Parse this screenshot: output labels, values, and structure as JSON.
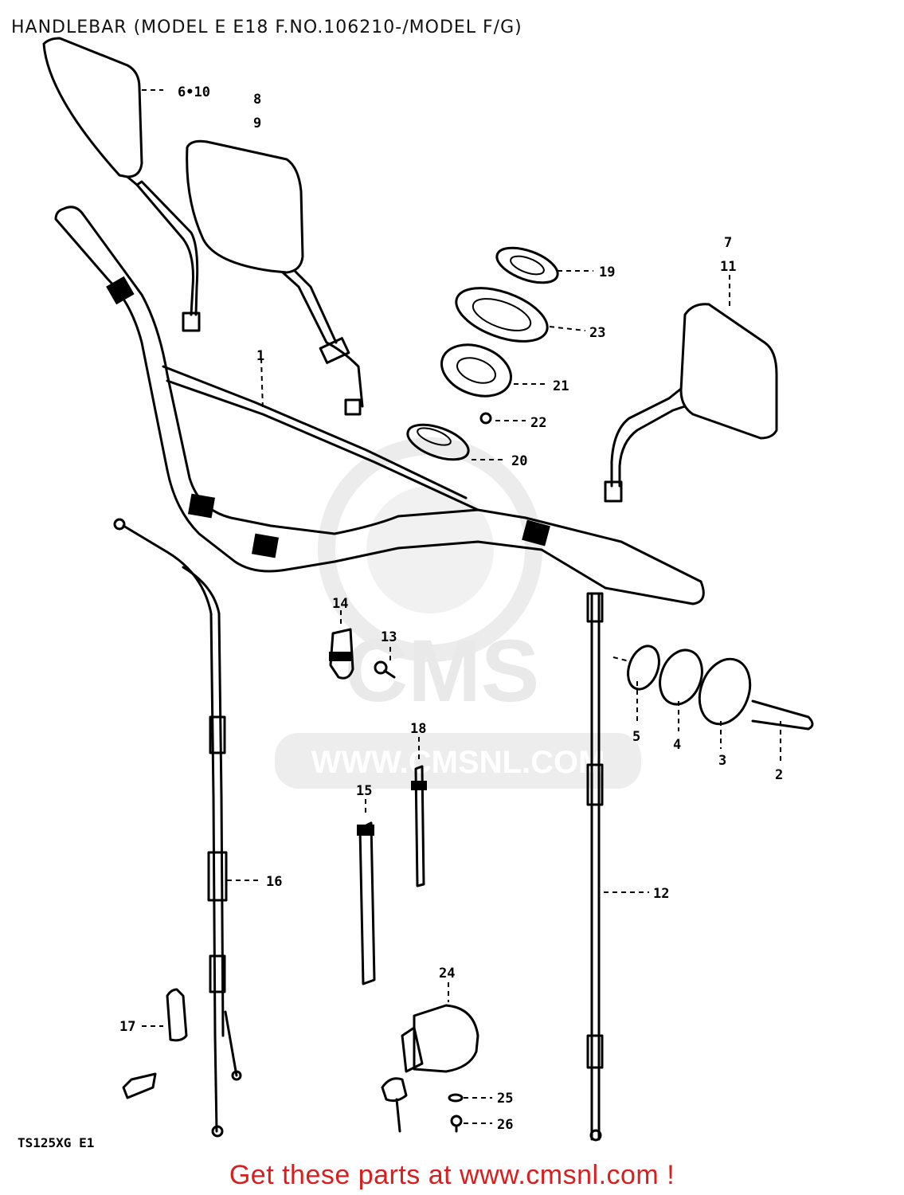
{
  "title": "HANDLEBAR (MODEL E E18 F.NO.106210-/MODEL F/G)",
  "model_code": "TS125XG E1",
  "watermark": {
    "logo": "CMS",
    "url": "WWW.CMSNL.COM"
  },
  "callouts": {
    "c1": "1",
    "c2": "2",
    "c3": "3",
    "c4": "4",
    "c5": "5",
    "c6_10": "6•10",
    "c7": "7",
    "c8": "8",
    "c9": "9",
    "c11": "11",
    "c12": "12",
    "c13": "13",
    "c14": "14",
    "c15": "15",
    "c16": "16",
    "c17": "17",
    "c18": "18",
    "c19": "19",
    "c20": "20",
    "c21": "21",
    "c22": "22",
    "c23": "23",
    "c24": "24",
    "c25": "25",
    "c26": "26"
  },
  "footer": "Get these parts at www.cmsnl.com !",
  "colors": {
    "footer": "#d81e1e",
    "watermark": "#e9e9e9",
    "line": "#000000"
  }
}
